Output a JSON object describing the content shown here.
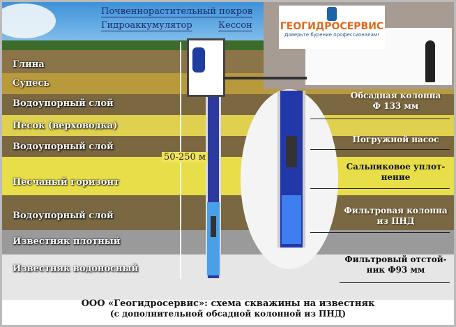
{
  "top_labels": {
    "soil": "Почвеннорастительный покров",
    "accumulator": "Гидроаккумулятор",
    "caisson": "Кессон"
  },
  "logo": {
    "name": "ГЕОГИДРОСЕРВИС",
    "slogan": "Доверьте бурение профессионалам!"
  },
  "layers": [
    "Глина",
    "Супесь",
    "Водоупорный слой",
    "Песок (верховодка)",
    "Водоупорный слой",
    "Песчаный горизонт",
    "Водоупорный слой",
    "Известняк плотный",
    "Известняк водоносный"
  ],
  "depth": "50-250 м",
  "callouts": [
    {
      "l1": "Обсадная колонна",
      "l2": "Ф 133 мм"
    },
    {
      "l1": "Погружной насос",
      "l2": ""
    },
    {
      "l1": "Сальниковое уплот-",
      "l2": "нение"
    },
    {
      "l1": "Фильтровая колонна",
      "l2": "из ПНД"
    },
    {
      "l1": "Фильтровый отстой-",
      "l2": "ник Ф93 мм"
    }
  ],
  "caption": {
    "line1": "ООО «Геогидросервис»: схема скважины на известняк",
    "line2": "(с дополнительной обсадной колонной из ПНД)"
  }
}
